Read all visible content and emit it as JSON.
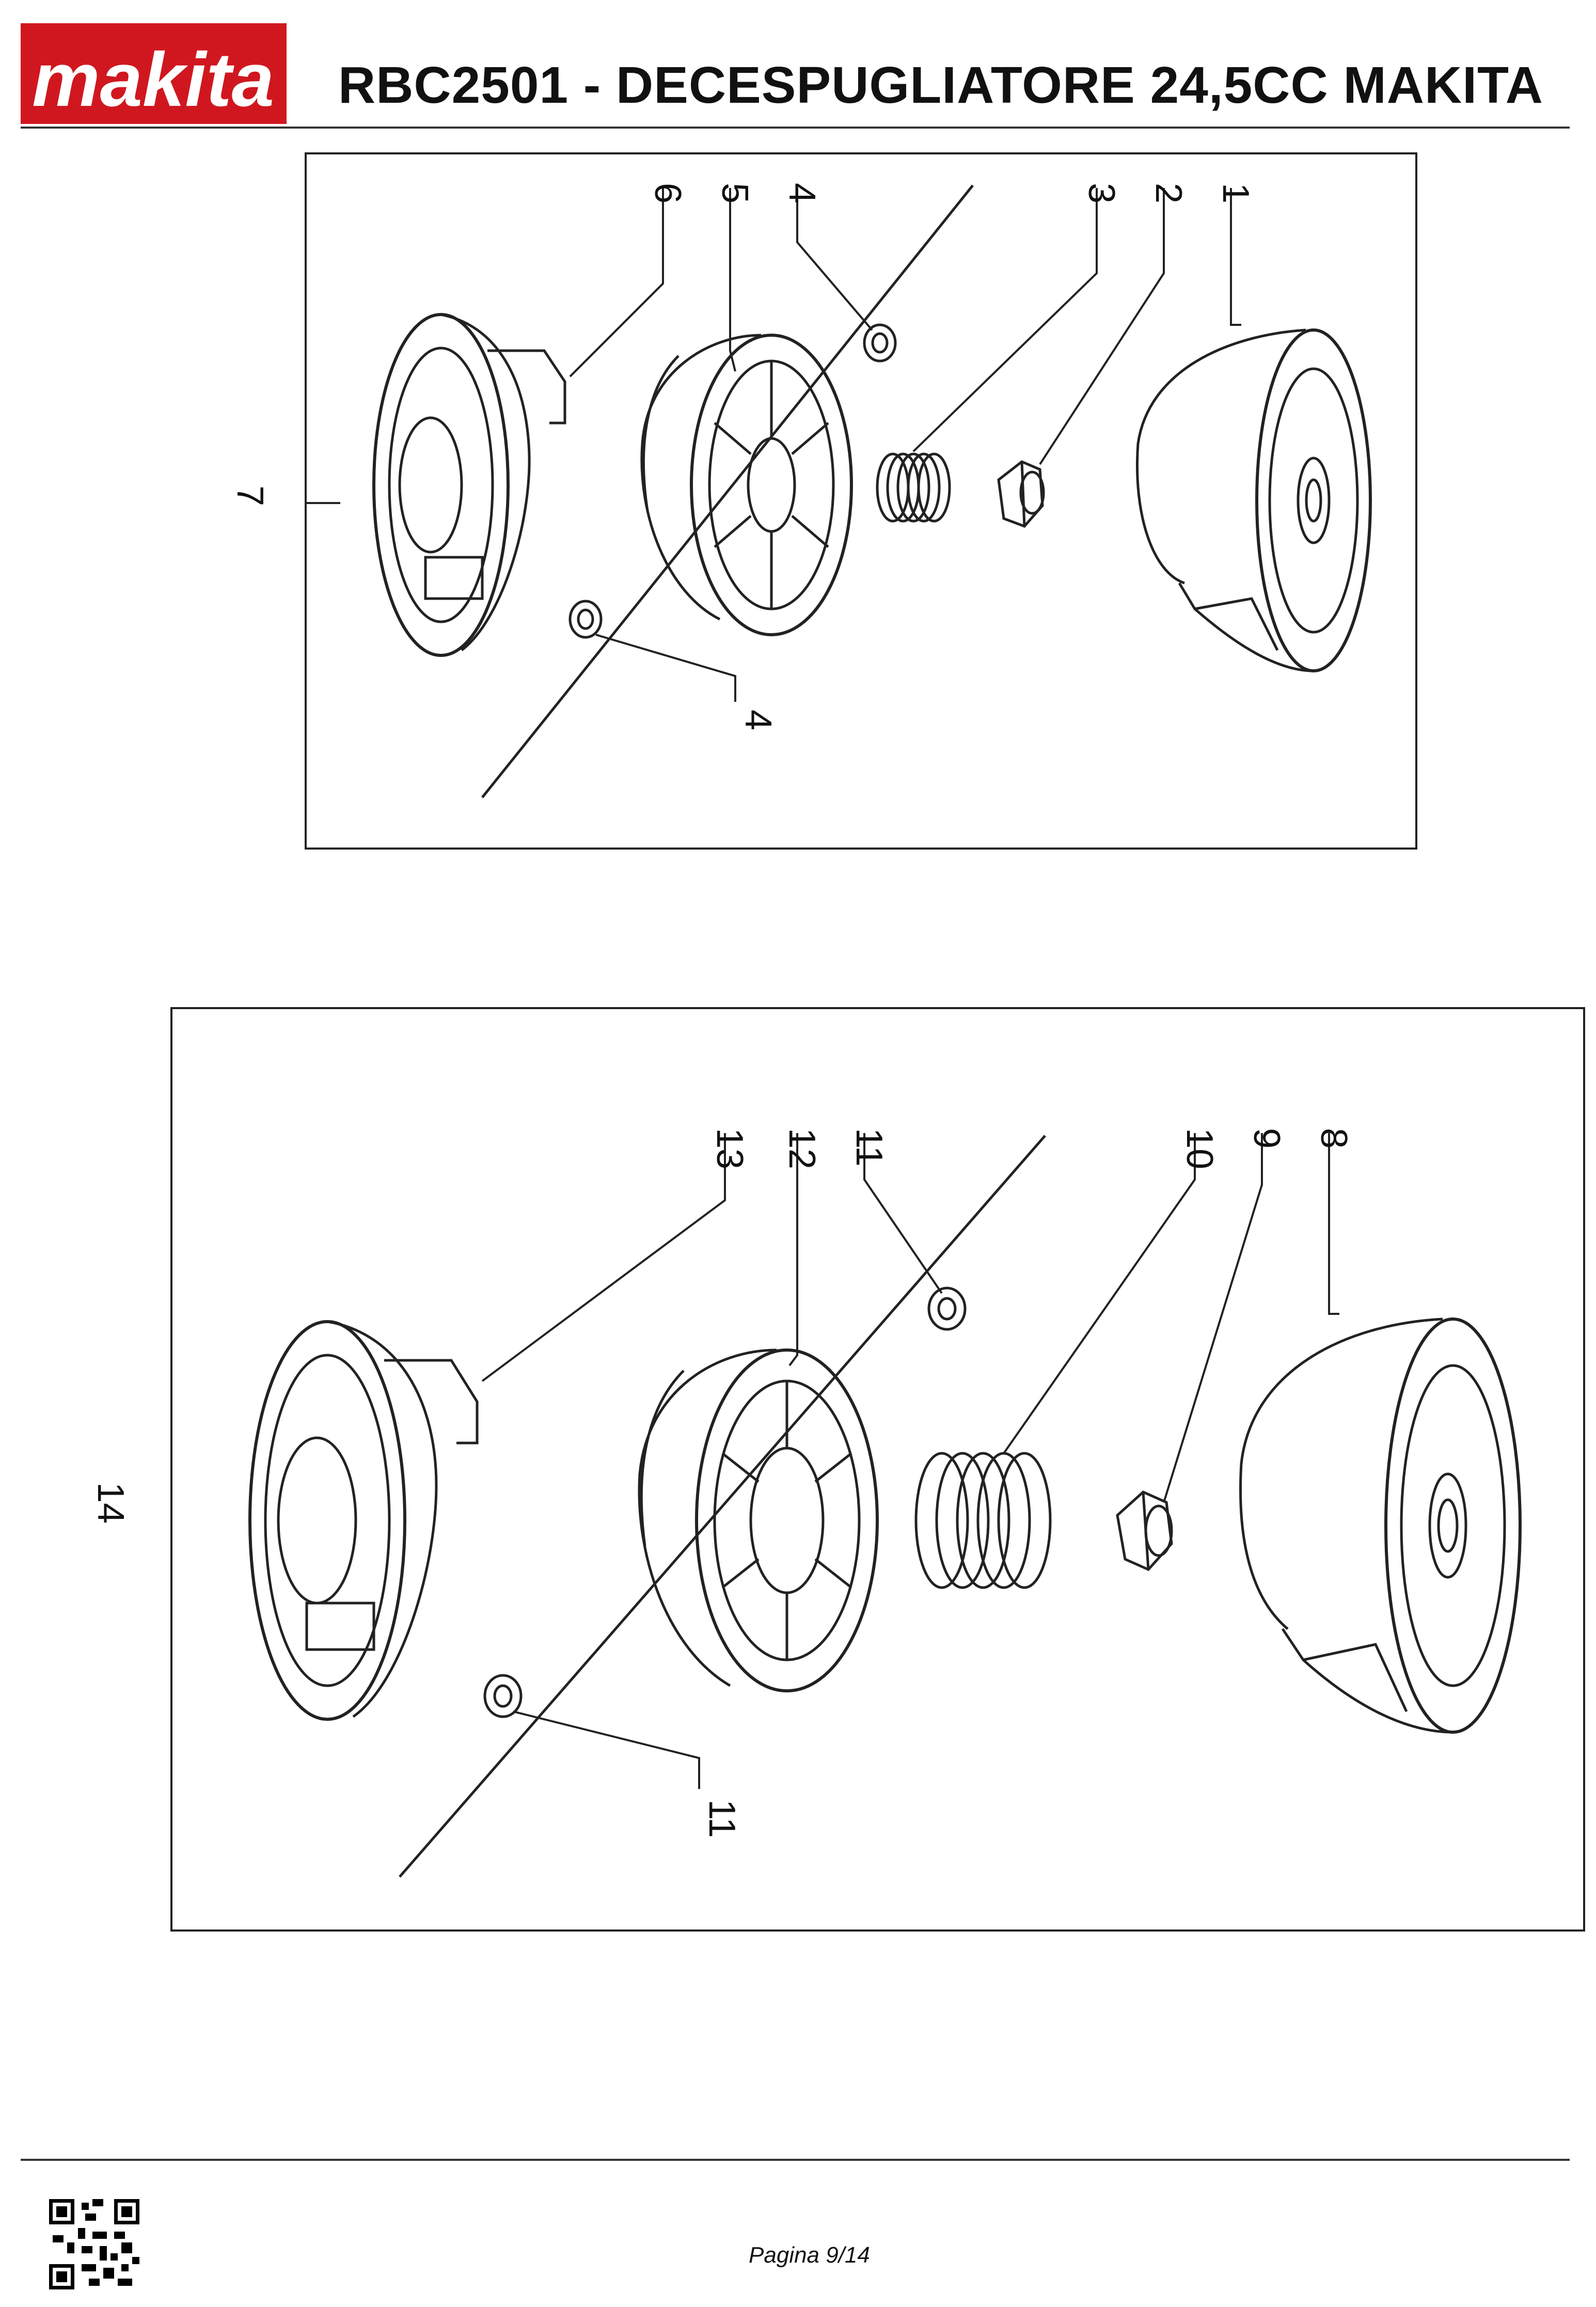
{
  "header": {
    "brand": "makita",
    "title": "RBC2501 - DECESPUGLIATORE 24,5CC MAKITA"
  },
  "diagrams": [
    {
      "assembly_label": "7",
      "part_labels": [
        "1",
        "2",
        "3",
        "4",
        "5",
        "6",
        "4"
      ]
    },
    {
      "assembly_label": "14",
      "part_labels": [
        "8",
        "9",
        "10",
        "11",
        "12",
        "13",
        "11"
      ]
    }
  ],
  "footer": {
    "page": "Pagina 9/14"
  },
  "colors": {
    "brand_red": "#d0171f",
    "line": "#222222"
  }
}
